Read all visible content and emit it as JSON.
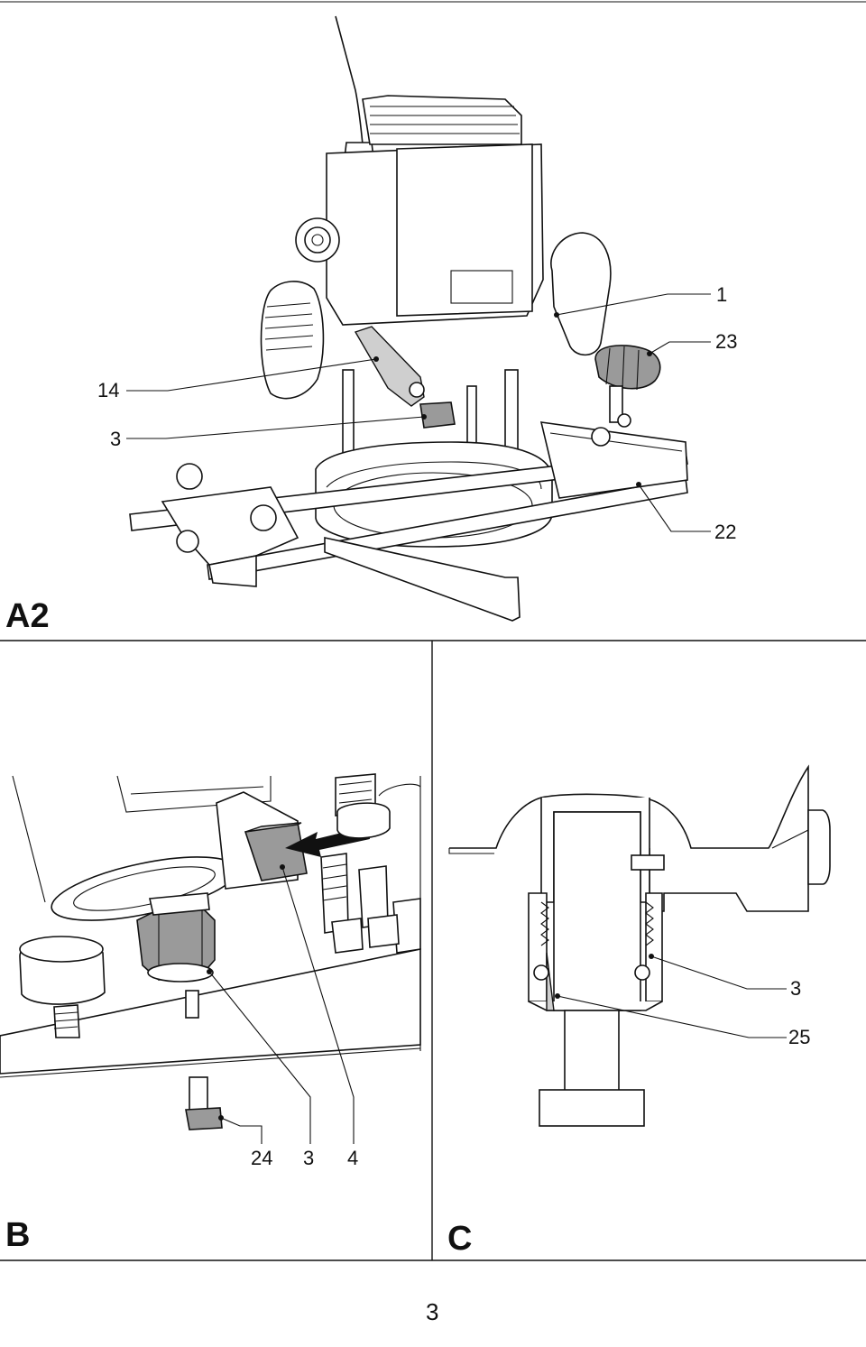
{
  "figure_a2": {
    "panel_label": "A2",
    "callouts": [
      "1",
      "23",
      "14",
      "3",
      "22"
    ]
  },
  "figure_b": {
    "panel_label": "B",
    "callouts": [
      "24",
      "3",
      "4"
    ]
  },
  "figure_c": {
    "panel_label": "C",
    "callouts": [
      "3",
      "25"
    ]
  },
  "page_number": "3"
}
